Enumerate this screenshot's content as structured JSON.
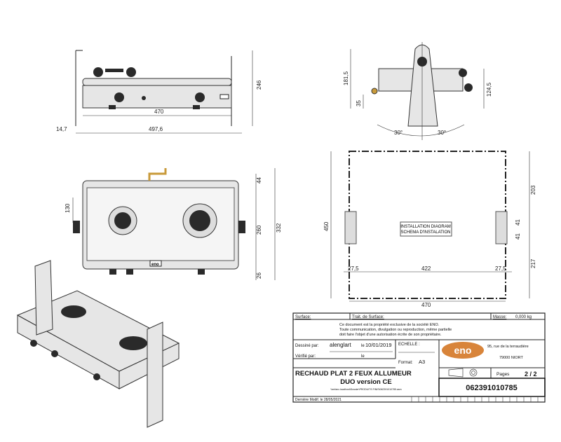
{
  "front_view": {
    "width_inner": "470",
    "width_total": "497,6",
    "offset": "14,7",
    "height": "246"
  },
  "side_view": {
    "height_total": "181,5",
    "height_body": "124,5",
    "height_base": "35",
    "angle_left": "30°",
    "angle_right": "30°"
  },
  "top_view": {
    "dim_top": "44",
    "dim_burner": "130",
    "dim_depth": "260",
    "dim_total": "332",
    "dim_bottom": "26",
    "logo": "eno"
  },
  "installation": {
    "label_en": "INSTALLATION DIAGRAM",
    "label_fr": "SCHEMA D'INSTALATION",
    "dim_height": "450",
    "dim_upper": "203",
    "dim_lower": "217",
    "dim_hole_a": "41",
    "dim_hole_b": "41",
    "dim_left": "27,5",
    "dim_center": "422",
    "dim_right": "27,5",
    "dim_width": "470"
  },
  "title_block": {
    "surface_label": "Surface:",
    "treatment_label": "Trait. de Surface:",
    "mass_label": "Masse:",
    "mass_value": "0,000 kg",
    "notice": [
      "Ce document est la propriété exclusive de la société ENO.",
      "Toute communication, divulgation ou reproduction, même partielle",
      "doit faire l'objet d'une autorisation écrite de son propriétaire."
    ],
    "drawn_by_label": "Dessiné par:",
    "drawn_by": "alenglart",
    "drawn_date_label": "le",
    "drawn_date": "10/01/2019",
    "checked_by_label": "Vérifié par:",
    "checked_date_label": "le",
    "scale_label": "ECHELLE :",
    "format_label": "Format:",
    "format_value": "A3",
    "brand_logo": "eno",
    "brand_color": "#d8843a",
    "address_line1": "95, rue de la terraudière",
    "address_line2": "79000 NIORT",
    "title_line1": "RECHAUD PLAT 2 FEUX ALLUMEUR",
    "title_line2": "DUO version CE",
    "file_path": "\\\\enfanc.localhost\\Dossier\\PRODUITS FINIS\\062391010785.asm",
    "pages_label": "Pages",
    "pages_value": "2 / 2",
    "part_number": "062391010785",
    "last_modified": "Dernière Modif. le  28/05/2021"
  }
}
